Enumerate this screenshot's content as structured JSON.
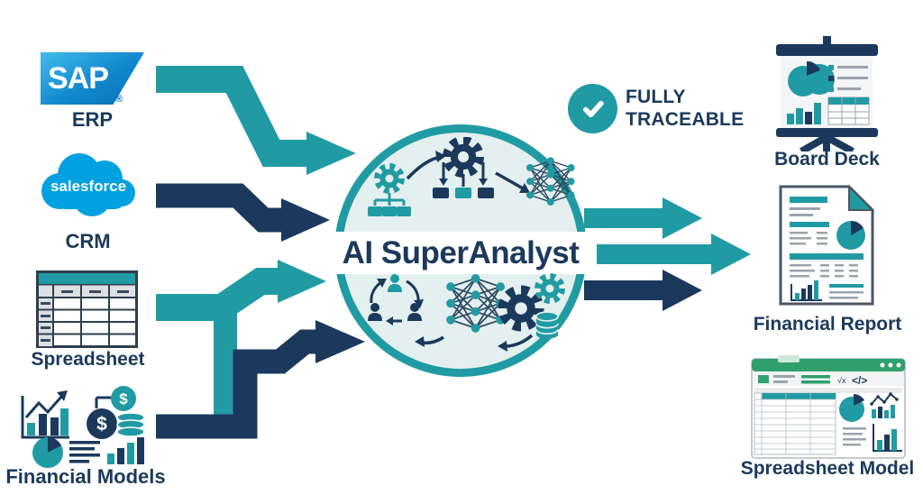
{
  "title": "AI SuperAnalyst",
  "badge": {
    "icon": "check-icon",
    "line1": "FULLY",
    "line2": "TRACEABLE"
  },
  "inputs": [
    {
      "name": "sap-erp",
      "logo": "SAP",
      "reg": "®",
      "label": "ERP"
    },
    {
      "name": "salesforce-crm",
      "logo": "salesforce",
      "label": "CRM"
    },
    {
      "name": "spreadsheet",
      "label": "Spreadsheet"
    },
    {
      "name": "financial-models",
      "label": "Financial Models",
      "currency": "$"
    }
  ],
  "outputs": [
    {
      "name": "board-deck",
      "label": "Board Deck"
    },
    {
      "name": "financial-report",
      "label": "Financial Report"
    },
    {
      "name": "spreadsheet-model",
      "label": "Spreadsheet Model",
      "formula_glyph": "√x",
      "code_glyph": "</>"
    }
  ],
  "colors": {
    "teal": "#219BA3",
    "navy": "#1B395C",
    "mint": "#E4F0EF",
    "sfblue": "#00A1E0",
    "green": "#2FA06C",
    "boardbg": "#F4F5F6",
    "grayline": "#9AA3AC",
    "lightgray": "#D8DCE0"
  }
}
